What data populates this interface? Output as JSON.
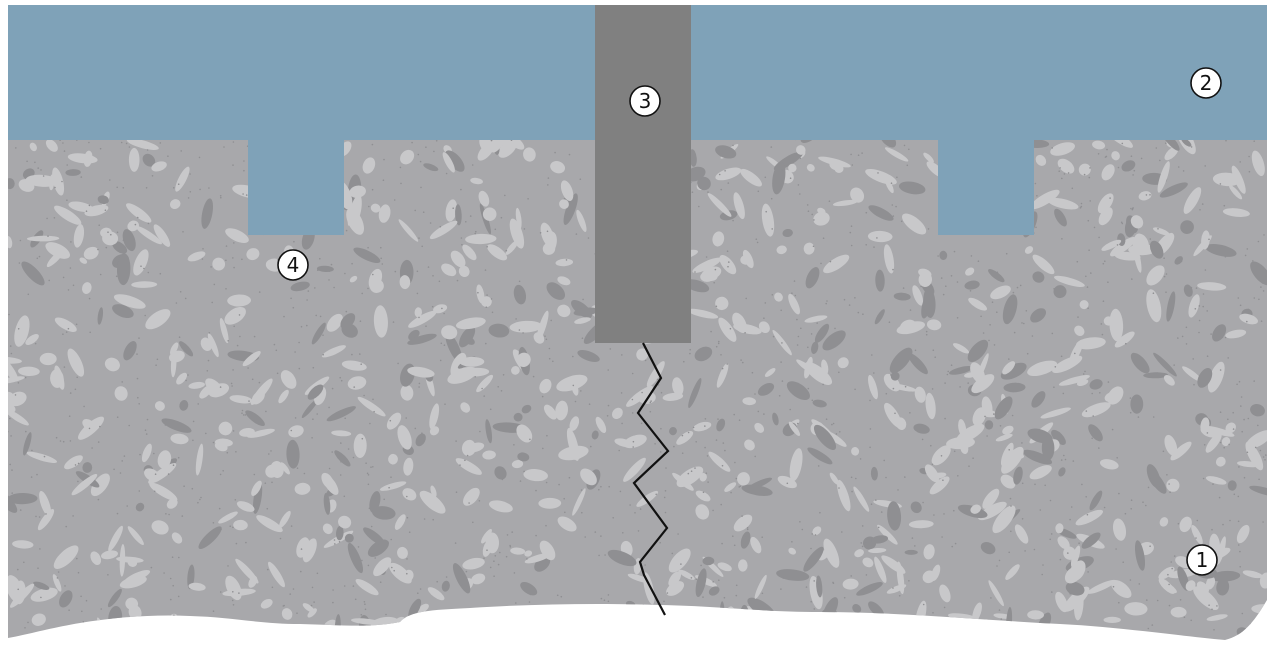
{
  "colors": {
    "background": "#ffffff",
    "concrete": "#a8a8ab",
    "aggregate_light": "#c8c8ca",
    "aggregate_dark": "#8f8f92",
    "water": "#7fa2b8",
    "pile": "#808080",
    "crack": "#111111",
    "callout_stroke": "#111111",
    "callout_fill": "#ffffff"
  },
  "callouts": [
    {
      "id": "1",
      "label": "1"
    },
    {
      "id": "2",
      "label": "2"
    },
    {
      "id": "3",
      "label": "3"
    },
    {
      "id": "4",
      "label": "4"
    }
  ]
}
